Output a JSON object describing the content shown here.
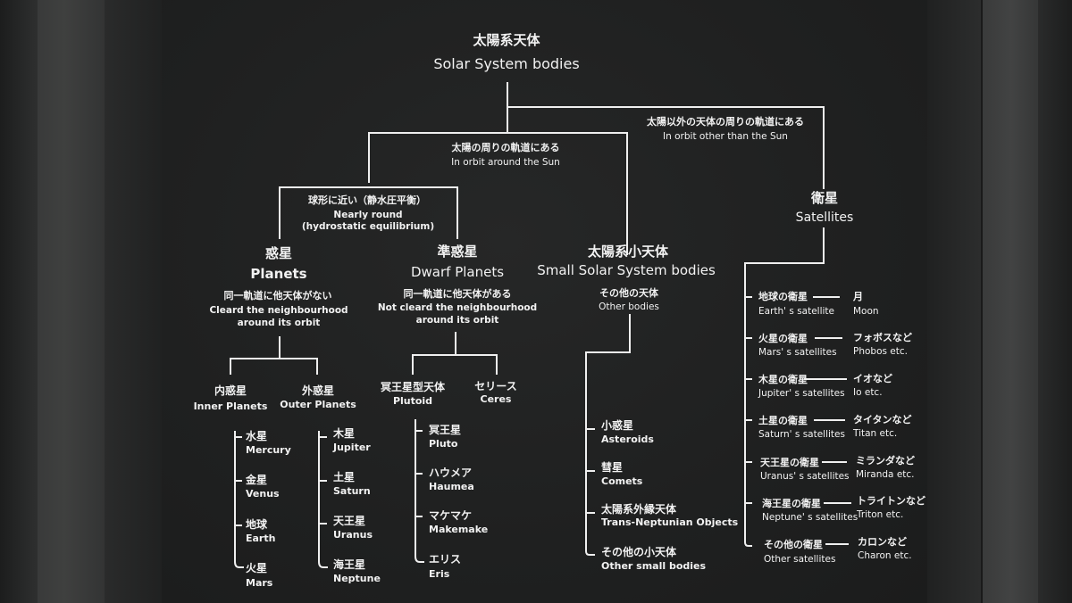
{
  "root": {
    "jp": "太陽系天体",
    "en": "Solar System bodies"
  },
  "branch_sun": {
    "jp": "太陽の周りの軌道にある",
    "en": "In orbit around the Sun"
  },
  "branch_other": {
    "jp": "太陽以外の天体の周りの軌道にある",
    "en": "In orbit other than the Sun"
  },
  "nearly_round": {
    "jp": "球形に近い（静水圧平衡）",
    "en1": "Nearly round",
    "en2": "(hydrostatic equilibrium)"
  },
  "planets": {
    "jp": "惑星",
    "en": "Planets"
  },
  "planets_note": {
    "jp": "同一軌道に他天体がない",
    "en1": "Cleard the neighbourhood",
    "en2": "around its orbit"
  },
  "dwarf": {
    "jp": "準惑星",
    "en": "Dwarf Planets"
  },
  "dwarf_note": {
    "jp": "同一軌道に他天体がある",
    "en1": "Not cleard the neighbourhood",
    "en2": "around its orbit"
  },
  "small": {
    "jp": "太陽系小天体",
    "en": "Small Solar System bodies"
  },
  "small_note": {
    "jp": "その他の天体",
    "en": "Other bodies"
  },
  "satellites": {
    "jp": "衛星",
    "en": "Satellites"
  },
  "inner": {
    "jp": "内惑星",
    "en": "Inner Planets",
    "items": [
      {
        "jp": "水星",
        "en": "Mercury"
      },
      {
        "jp": "金星",
        "en": "Venus"
      },
      {
        "jp": "地球",
        "en": "Earth"
      },
      {
        "jp": "火星",
        "en": "Mars"
      }
    ]
  },
  "outer": {
    "jp": "外惑星",
    "en": "Outer Planets",
    "items": [
      {
        "jp": "木星",
        "en": "Jupiter"
      },
      {
        "jp": "土星",
        "en": "Saturn"
      },
      {
        "jp": "天王星",
        "en": "Uranus"
      },
      {
        "jp": "海王星",
        "en": "Neptune"
      }
    ]
  },
  "plutoid": {
    "jp": "冥王星型天体",
    "en": "Plutoid",
    "items": [
      {
        "jp": "冥王星",
        "en": "Pluto"
      },
      {
        "jp": "ハウメア",
        "en": "Haumea"
      },
      {
        "jp": "マケマケ",
        "en": "Makemake"
      },
      {
        "jp": "エリス",
        "en": "Eris"
      }
    ]
  },
  "ceres": {
    "jp": "セリース",
    "en": "Ceres"
  },
  "small_items": [
    {
      "jp": "小惑星",
      "en": "Asteroids"
    },
    {
      "jp": "彗星",
      "en": "Comets"
    },
    {
      "jp": "太陽系外縁天体",
      "en": "Trans-Neptunian Objects"
    },
    {
      "jp": "その他の小天体",
      "en": "Other small bodies"
    }
  ],
  "sat_items": [
    {
      "jp": "地球の衛星",
      "en": "Earth' s satellite",
      "ex_jp": "月",
      "ex_en": "Moon"
    },
    {
      "jp": "火星の衛星",
      "en": "Mars' s satellites",
      "ex_jp": "フォボスなど",
      "ex_en": "Phobos etc."
    },
    {
      "jp": "木星の衛星",
      "en": "Jupiter' s satellites",
      "ex_jp": "イオなど",
      "ex_en": "Io etc."
    },
    {
      "jp": "土星の衛星",
      "en": "Saturn' s satellites",
      "ex_jp": "タイタンなど",
      "ex_en": "Titan etc."
    },
    {
      "jp": "天王星の衛星",
      "en": "Uranus' s satellites",
      "ex_jp": "ミランダなど",
      "ex_en": "Miranda etc."
    },
    {
      "jp": "海王星の衛星",
      "en": "Neptune' s satellites",
      "ex_jp": "トライトンなど",
      "ex_en": "Triton etc."
    },
    {
      "jp": "その他の衛星",
      "en": "Other satellites",
      "ex_jp": "カロンなど",
      "ex_en": "Charon etc."
    }
  ]
}
